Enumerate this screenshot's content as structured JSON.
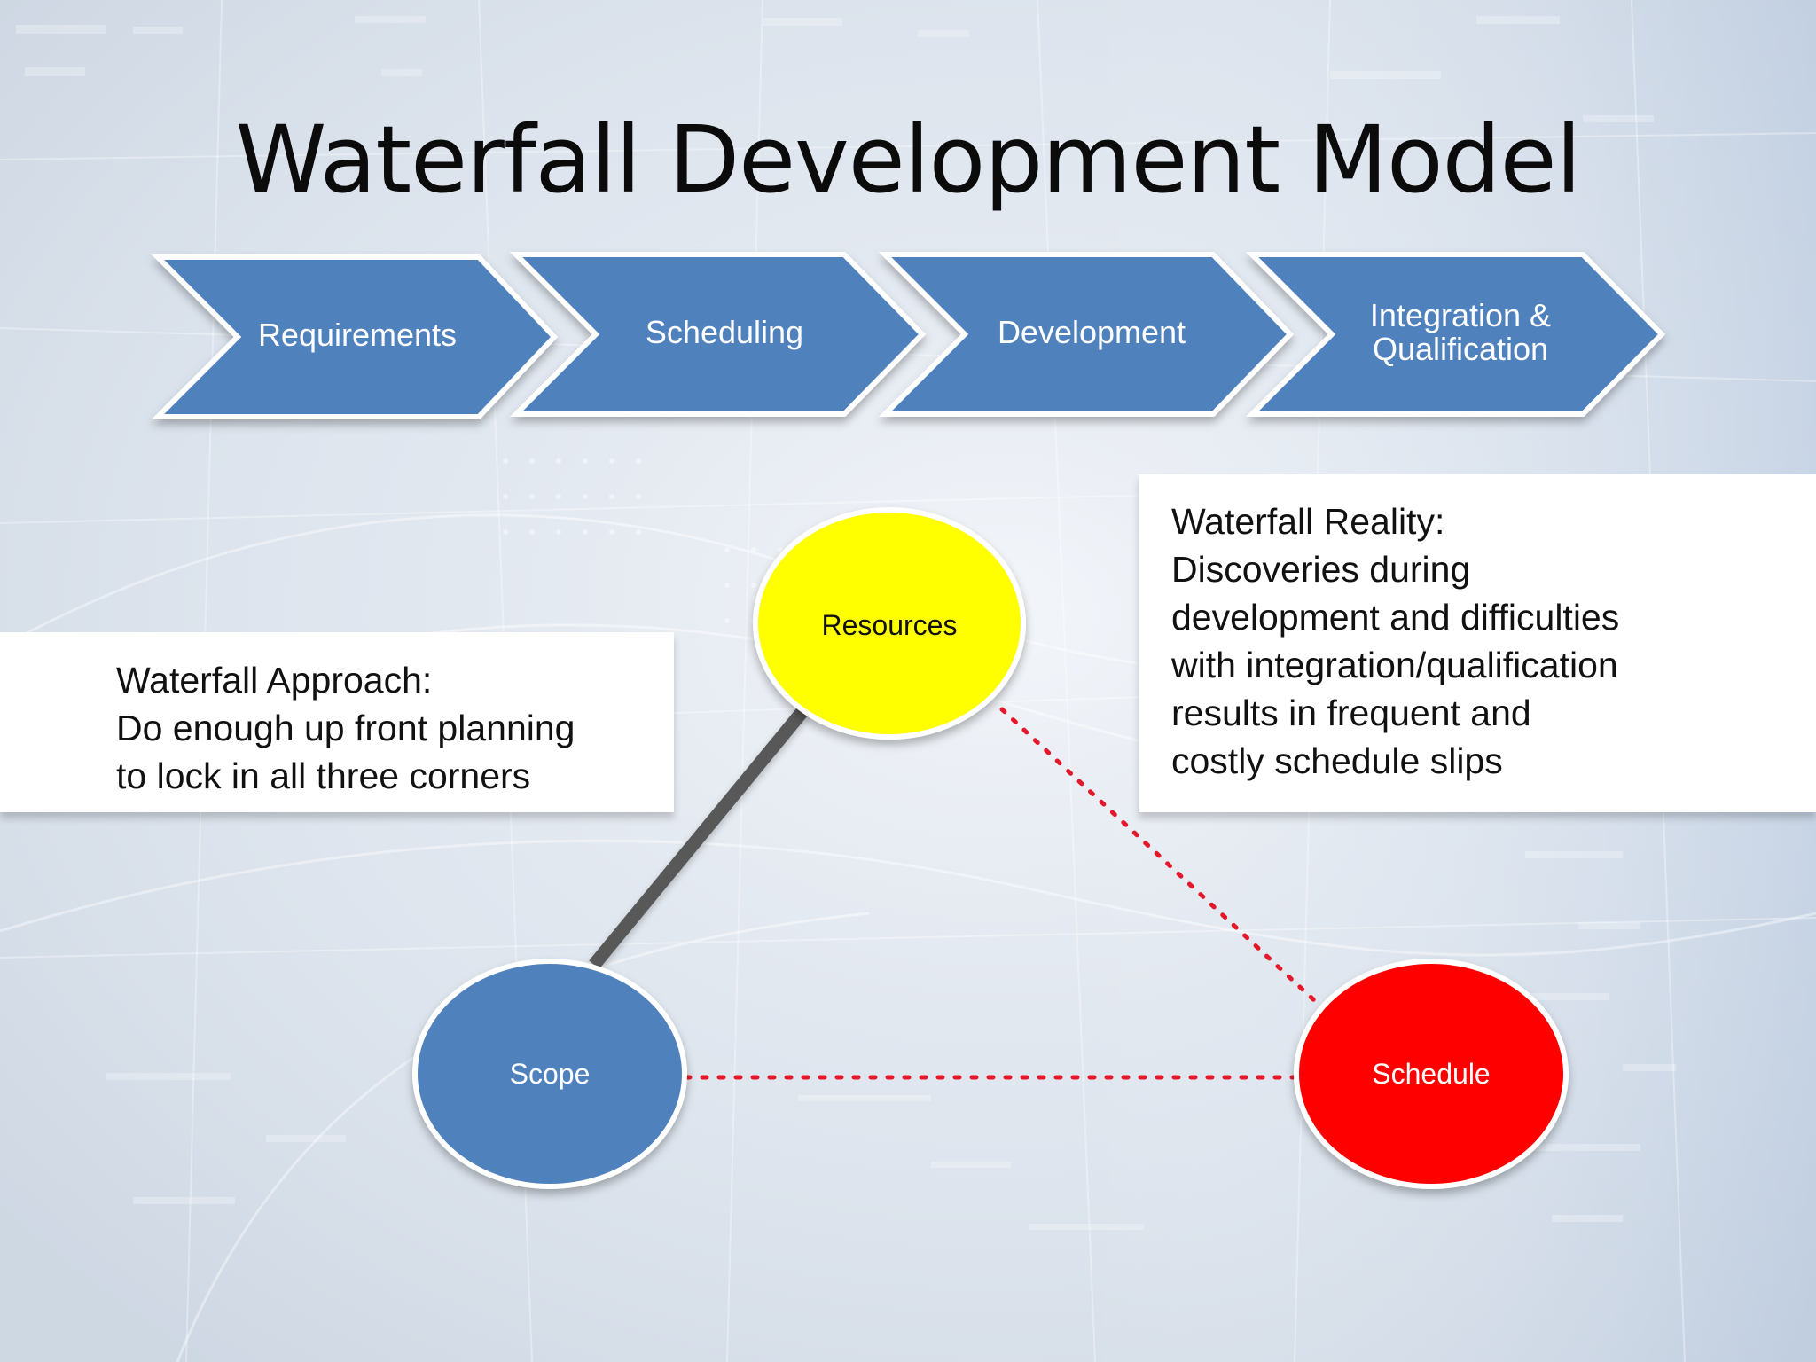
{
  "slide": {
    "title": "Waterfall Development Model"
  },
  "process": {
    "stages": [
      {
        "label": "Requirements"
      },
      {
        "label": "Scheduling"
      },
      {
        "label": "Development"
      },
      {
        "label": "Integration &\nQualification"
      }
    ]
  },
  "notes": {
    "approach": {
      "lines": [
        "Waterfall Approach:",
        "Do enough up front planning",
        "to lock in all three corners"
      ]
    },
    "reality": {
      "lines": [
        "Waterfall Reality:",
        "Discoveries during",
        "development and difficulties",
        "with integration/qualification",
        "results in frequent and",
        "costly schedule slips"
      ]
    }
  },
  "triangle": {
    "resources": {
      "label": "Resources",
      "color": "#ffff00"
    },
    "scope": {
      "label": "Scope",
      "color": "#4f81bd"
    },
    "schedule": {
      "label": "Schedule",
      "color": "#ff0000"
    },
    "colors": {
      "solid_link": "#595959",
      "dotted_link": "#e3192b"
    }
  },
  "colors": {
    "stage_fill": "#4f81bd",
    "stage_outline": "#ffffff"
  }
}
